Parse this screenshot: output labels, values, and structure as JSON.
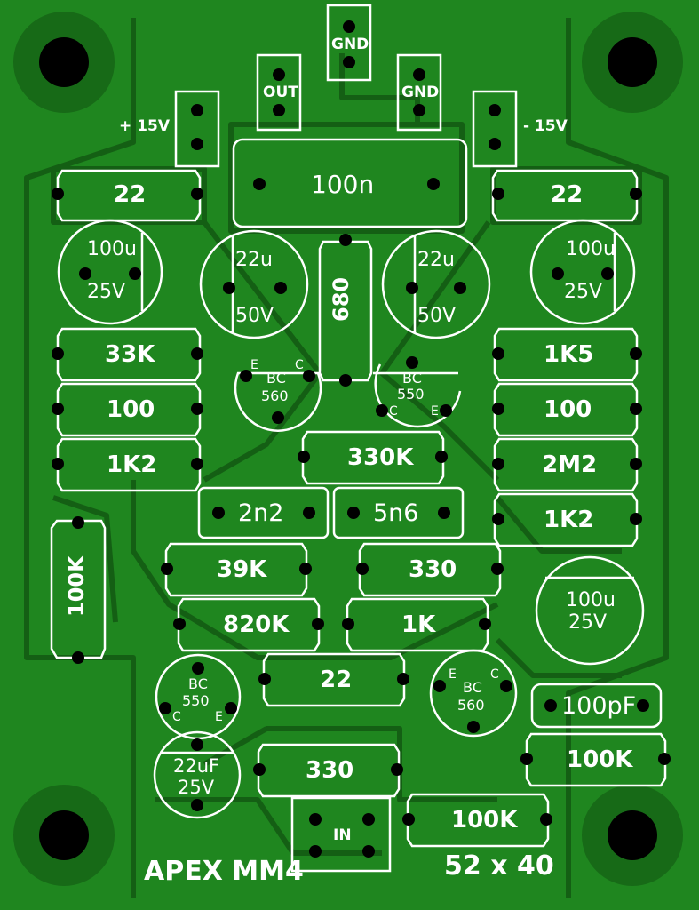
{
  "board": {
    "name": "APEX MM4",
    "size": "52 x 40"
  },
  "connectors": {
    "gnd_top": "GND",
    "out": "OUT",
    "gnd_right": "GND",
    "plus15": "+ 15V",
    "minus15": "- 15V",
    "in": "IN"
  },
  "resistors": {
    "r22_left": "22",
    "r22_right": "22",
    "r33k": "33K",
    "r100_left": "100",
    "r1k2_left": "1K2",
    "r1k5": "1K5",
    "r100_right": "100",
    "r2m2": "2M2",
    "r1k2_right": "1K2",
    "r680": "680",
    "r330k": "330K",
    "r39k": "39K",
    "r330_mid": "330",
    "r820k": "820K",
    "r1k": "1K",
    "r22_mid": "22",
    "r100k_left": "100K",
    "r100k_right": "100K",
    "r330_bottom": "330",
    "r100k_bottom": "100K"
  },
  "capacitors": {
    "c100n": "100n",
    "c2n2": "2n2",
    "c5n6": "5n6",
    "c100pf": "100pF",
    "el_left_val": "100u",
    "el_left_v": "25V",
    "el_right_val": "100u",
    "el_right_v": "25V",
    "el22_left_val": "22u",
    "el22_left_v": "50V",
    "el22_right_val": "22u",
    "el22_right_v": "50V",
    "el_mid_right_val": "100u",
    "el_mid_right_v": "25V",
    "el_bottom_val": "22uF",
    "el_bottom_v": "25V"
  },
  "transistors": {
    "q1": {
      "type1": "BC",
      "type2": "560",
      "e": "E",
      "c": "C"
    },
    "q2": {
      "type1": "BC",
      "type2": "550",
      "c": "C",
      "e": "E"
    },
    "q3": {
      "type1": "BC",
      "type2": "550",
      "c": "C",
      "e": "E"
    },
    "q4": {
      "type1": "BC",
      "type2": "560",
      "e": "E",
      "c": "C"
    }
  }
}
